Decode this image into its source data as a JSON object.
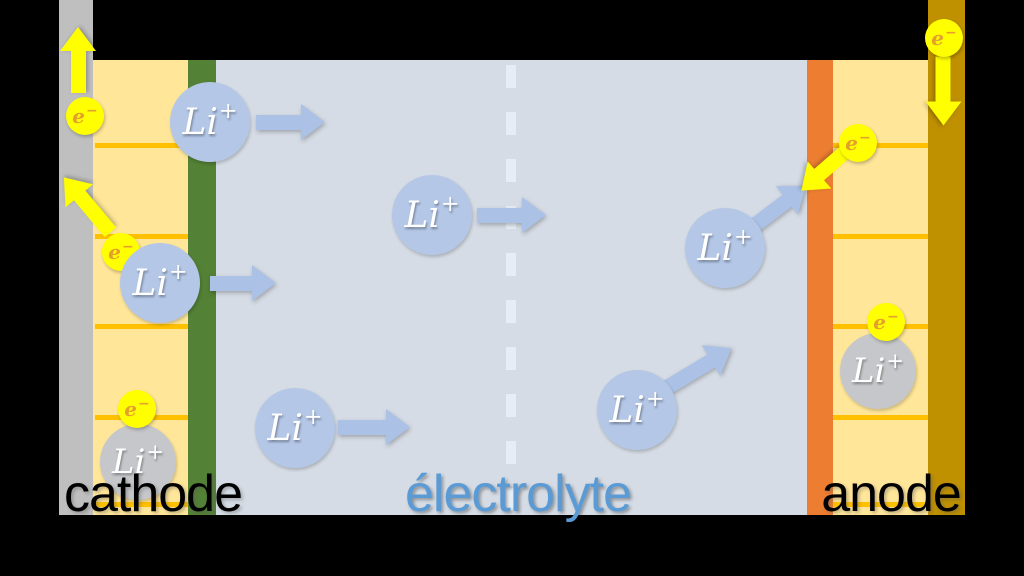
{
  "labels": {
    "cathode": "cathode",
    "electrolyte": "électrolyte",
    "anode": "anode"
  },
  "symbols": {
    "ion": "Li",
    "ion_charge": "+",
    "electron": "e",
    "electron_charge": "−"
  },
  "particles": {
    "blue_li_ions": 6,
    "gray_li_ions": 2,
    "electrons": 6
  },
  "colors": {
    "background": "#000000",
    "collector_cathode": "#BFBFBF",
    "collector_anode": "#BF9000",
    "cathode_fill": "#FFE699",
    "anode_fill": "#FFE699",
    "stripe": "#FFC000",
    "cathode_bar": "#538135",
    "anode_bar": "#ED7D31",
    "electrolyte": "#D6DCE5",
    "separator_dash": "#E6EDF6",
    "ion_fill": "#B4C7E7",
    "ion_gray": "#C6C7CA",
    "ion_text": "#FFFFFF",
    "electron_fill": "#FFFF00",
    "electron_text": "#E5A02B",
    "arrow_blue": "#ABC1E5",
    "arrow_yellow": "#FFFF00",
    "label_blue": "#5B9BD5",
    "label_black": "#000000"
  }
}
